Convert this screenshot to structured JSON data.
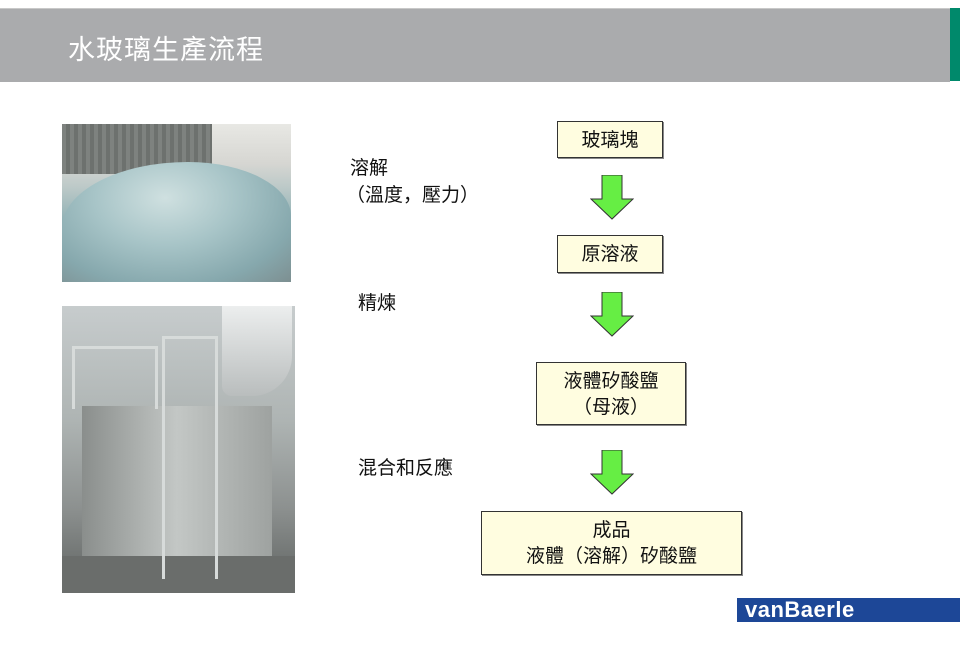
{
  "header": {
    "title": "水玻璃生產流程",
    "accent_color": "#00896b"
  },
  "steps": [
    {
      "label_line1": "溶解",
      "label_line2": "（溫度，壓力）"
    },
    {
      "label_line1": "精煉"
    },
    {
      "label_line1": "混合和反應"
    }
  ],
  "flow": [
    {
      "line1": "玻璃塊"
    },
    {
      "line1": "原溶液"
    },
    {
      "line1": "液體矽酸鹽",
      "line2": "（母液）"
    },
    {
      "line1": "成品",
      "line2": "液體（溶解）矽酸鹽"
    }
  ],
  "arrow_color": "#66ee44",
  "logo": {
    "text": "vanBaerle",
    "color": "#1d4797"
  }
}
